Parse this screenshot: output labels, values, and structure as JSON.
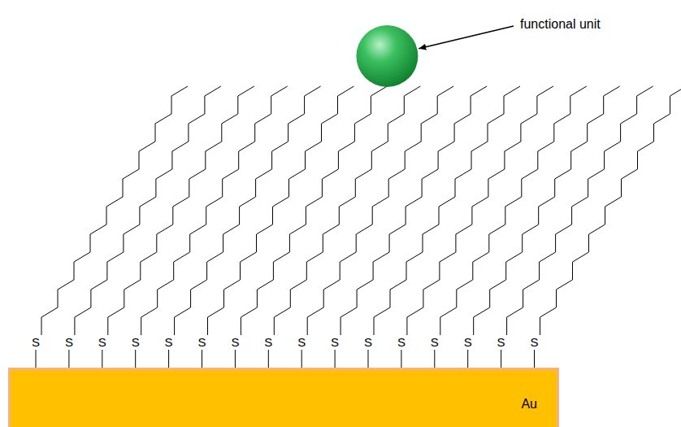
{
  "diagram": {
    "nodes": [
      {
        "text": [
          "Au"
        ]
      }
    ],
    "labels": [
      "functional unit",
      "S",
      "S",
      "S",
      "S",
      "S",
      "S",
      "S",
      "S",
      "S",
      "S",
      "S",
      "S",
      "S",
      "S",
      "S",
      "S"
    ]
  }
}
